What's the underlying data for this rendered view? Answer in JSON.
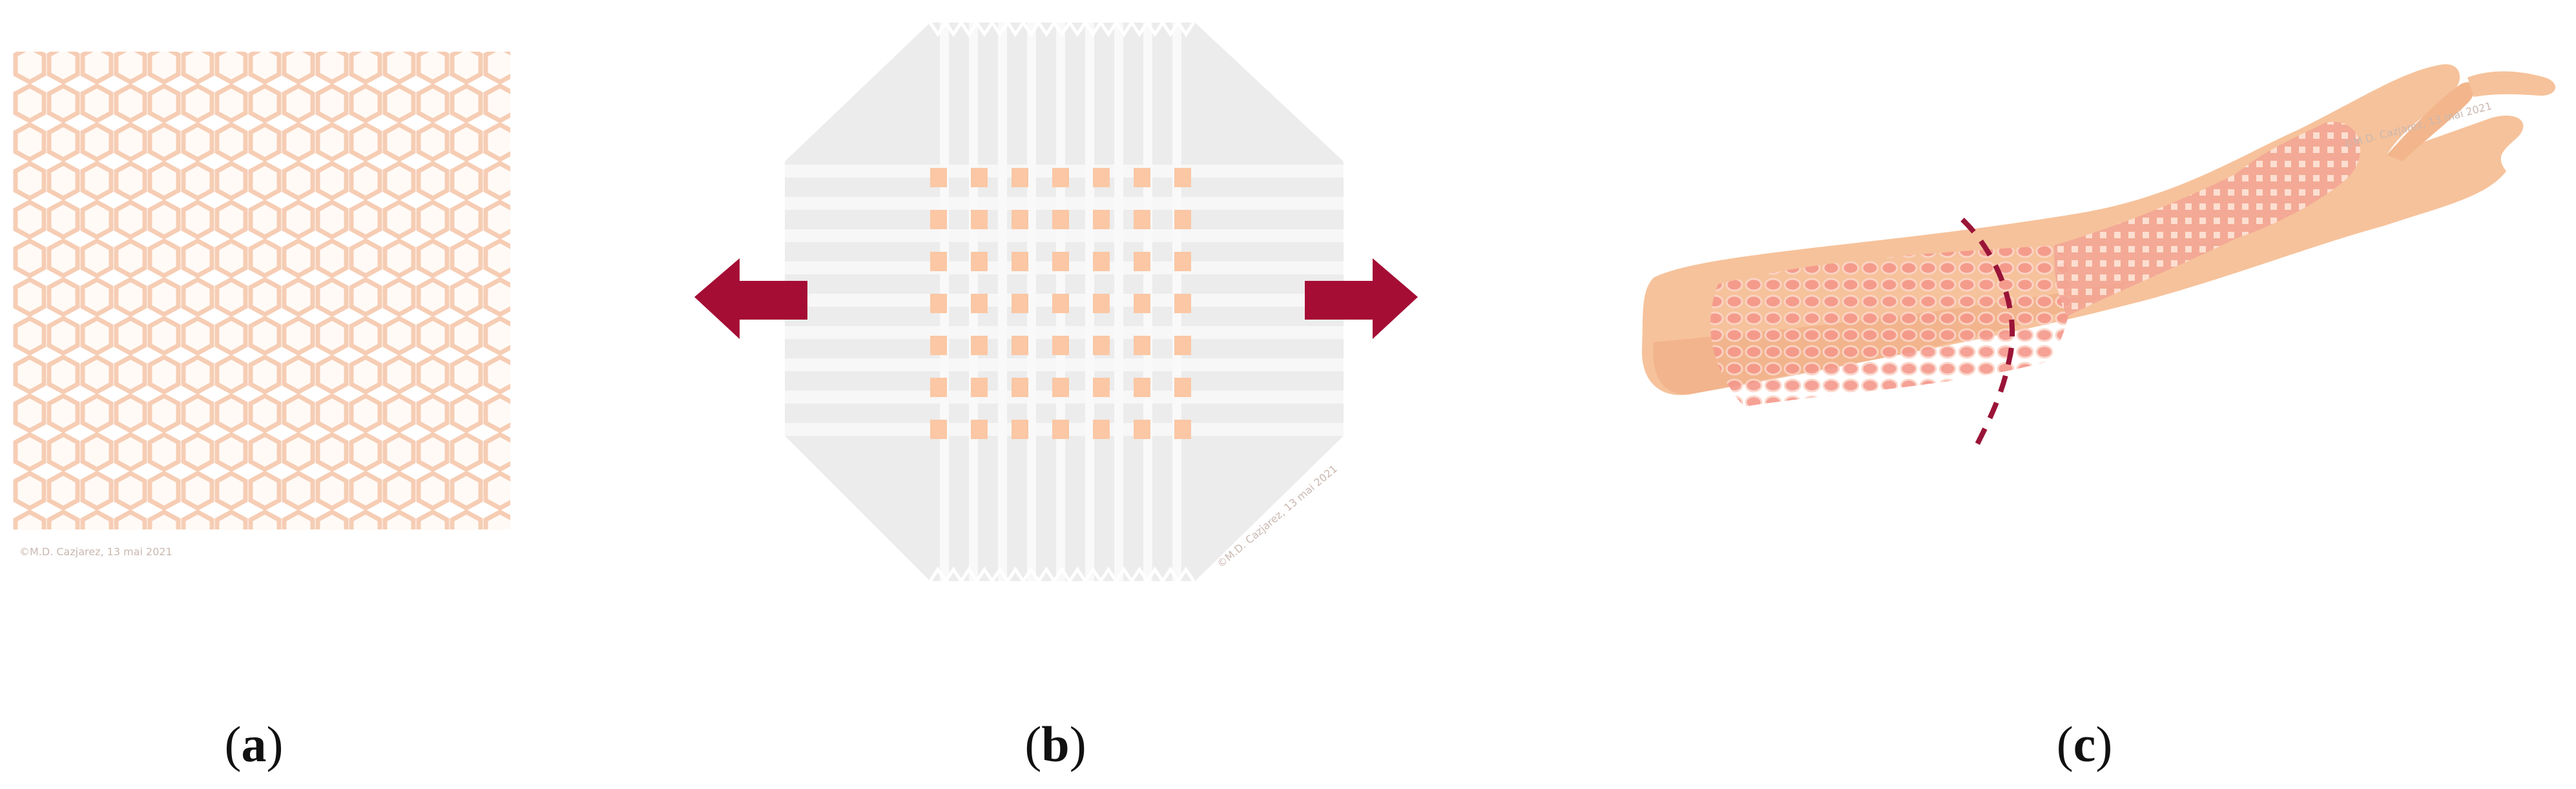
{
  "panels": {
    "a": {
      "caption_open": "(",
      "caption_letter": "a",
      "caption_close": ")",
      "credit": "©M.D. Cazjarez, 13 mai 2021"
    },
    "b": {
      "caption_open": "(",
      "caption_letter": "b",
      "caption_close": ")",
      "credit": "©M.D. Cazjarez, 13 mai 2021"
    },
    "c": {
      "caption_open": "(",
      "caption_letter": "c",
      "caption_close": ")",
      "credit": "©M.D. Cazjarez, 13 mai 2021"
    }
  },
  "colors": {
    "mesh": "#f8d3bd",
    "mesh_fill": "#fdf0e8",
    "square": "#fbc7a4",
    "film": "#ececec",
    "film_stripe": "#f8f8f8",
    "arrow": "#a50d35",
    "skin": "#f6c29b",
    "skin_dark": "#eeaa7f",
    "graft": "#f08a7a",
    "dashed_line": "#9a1438"
  },
  "icons": {
    "left_arrow": "left-stretch-arrow-icon",
    "right_arrow": "right-stretch-arrow-icon"
  }
}
